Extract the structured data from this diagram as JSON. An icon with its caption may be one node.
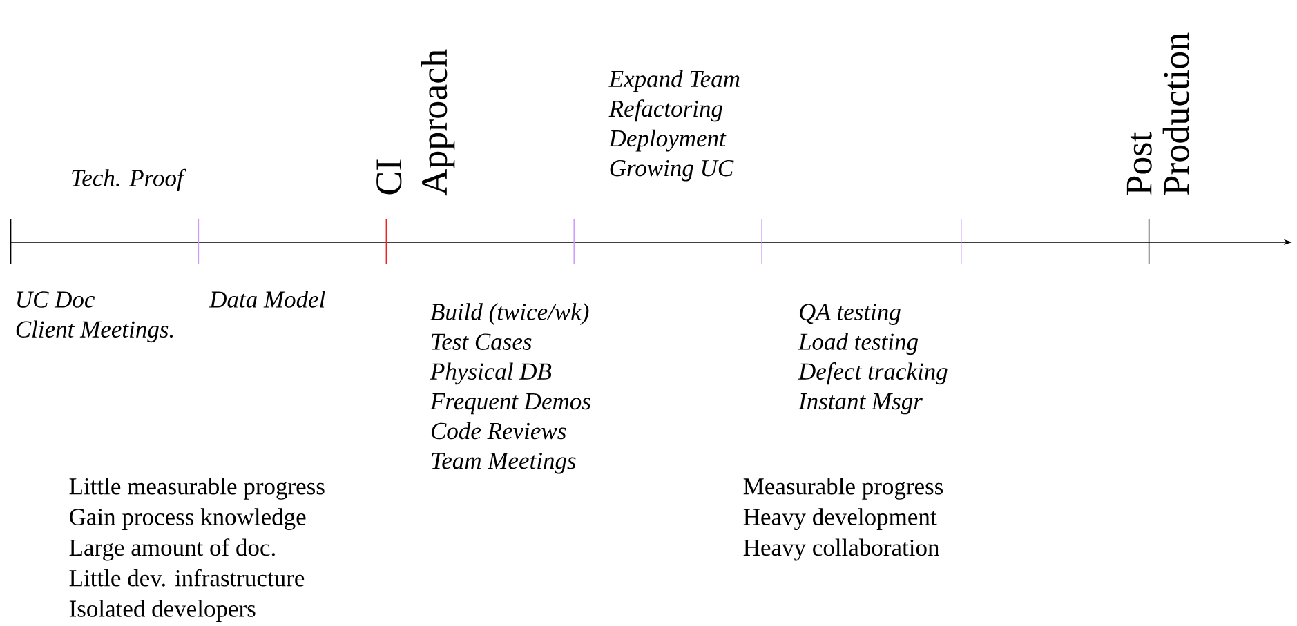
{
  "diagram": {
    "labels": [
      "CI",
      "Approach",
      "Post",
      "Production",
      "Tech. Proof",
      "Expand Team",
      "Refactoring",
      "Deployment",
      "Growing UC",
      "UC Doc",
      "Client Meetings.",
      "Data Model",
      "Build (twice/wk)",
      "Test Cases",
      "Physical DB",
      "Frequent Demos",
      "Code Reviews",
      "Team Meetings",
      "QA testing",
      "Load testing",
      "Defect tracking",
      "Instant Msgr",
      "Little measurable progress",
      "Gain process knowledge",
      "Large amount of doc.",
      "Little dev. infrastructure",
      "Isolated developers",
      "Measurable progress",
      "Heavy development",
      "Heavy collaboration"
    ]
  }
}
